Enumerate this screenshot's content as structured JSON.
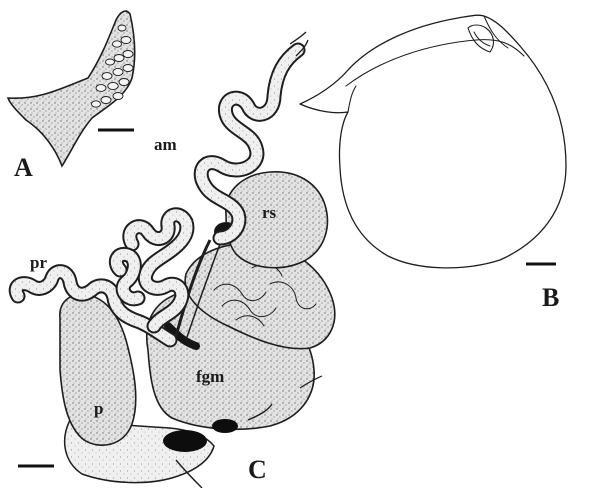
{
  "figure": {
    "panels": {
      "a": {
        "letter": "A"
      },
      "b": {
        "letter": "B"
      },
      "c": {
        "letter": "C"
      }
    },
    "labels": {
      "am": "am",
      "rs": "rs",
      "pr": "pr",
      "fgm": "fgm",
      "p": "p"
    },
    "colors": {
      "ink": "#1e1e1e",
      "paper": "#ffffff",
      "stipple": "#9a9a9a"
    }
  }
}
